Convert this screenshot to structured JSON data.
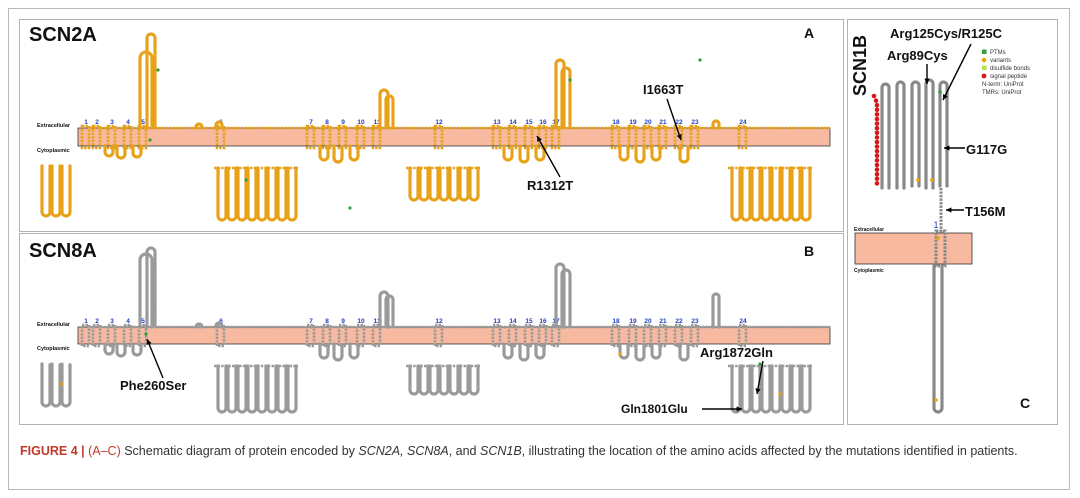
{
  "panels": {
    "a": {
      "title": "SCN2A",
      "letter": "A",
      "label_extra": "Extracellular",
      "label_cyto": "Cytoplasmic",
      "mutations": [
        "I1663T",
        "R1312T"
      ]
    },
    "b": {
      "title": "SCN8A",
      "letter": "B",
      "label_extra": "Extracellular",
      "label_cyto": "Cytoplasmic",
      "mutations": [
        "Phe260Ser",
        "Arg1872Gln",
        "Gln1801Glu"
      ]
    },
    "c": {
      "title": "SCN1B",
      "letter": "C",
      "label_extra": "Extracellular",
      "label_cyto": "Cytoplasmic",
      "mutations": [
        "Arg125Cys/R125C",
        "Arg89Cys",
        "G117G",
        "T156M"
      ],
      "tm_number": "1",
      "legend": [
        {
          "label": "PTMs",
          "color": "#2e9e3e"
        },
        {
          "label": "variants",
          "color": "#f0a000"
        },
        {
          "label": "disulfide bonds",
          "color": "#b8e04a"
        },
        {
          "label": "signal peptide",
          "color": "#d81818"
        },
        {
          "label": "N-term: UniProt",
          "color": ""
        },
        {
          "label": "TMRs: UniProt",
          "color": ""
        }
      ]
    }
  },
  "tm_numbers": [
    "1",
    "2",
    "3",
    "4",
    "5",
    "6",
    "7",
    "8",
    "9",
    "10",
    "11",
    "12",
    "13",
    "14",
    "15",
    "16",
    "17",
    "18",
    "19",
    "20",
    "21",
    "22",
    "23",
    "24"
  ],
  "colors": {
    "membrane": "#f7b9a0",
    "residue_a": "#e8a21a",
    "residue_b": "#d9d9d9",
    "tm_label": "#1f3fbf",
    "caption_red": "#c0392b"
  },
  "caption": {
    "label": "FIGURE 4 | ",
    "panels": "(A–C)",
    "t1": " Schematic diagram of protein encoded by ",
    "g1": "SCN2A, SCN8A",
    "t2": ", and ",
    "g2": "SCN1B",
    "t3": ", illustrating the location of the amino acids affected by the mutations identified in patients."
  }
}
